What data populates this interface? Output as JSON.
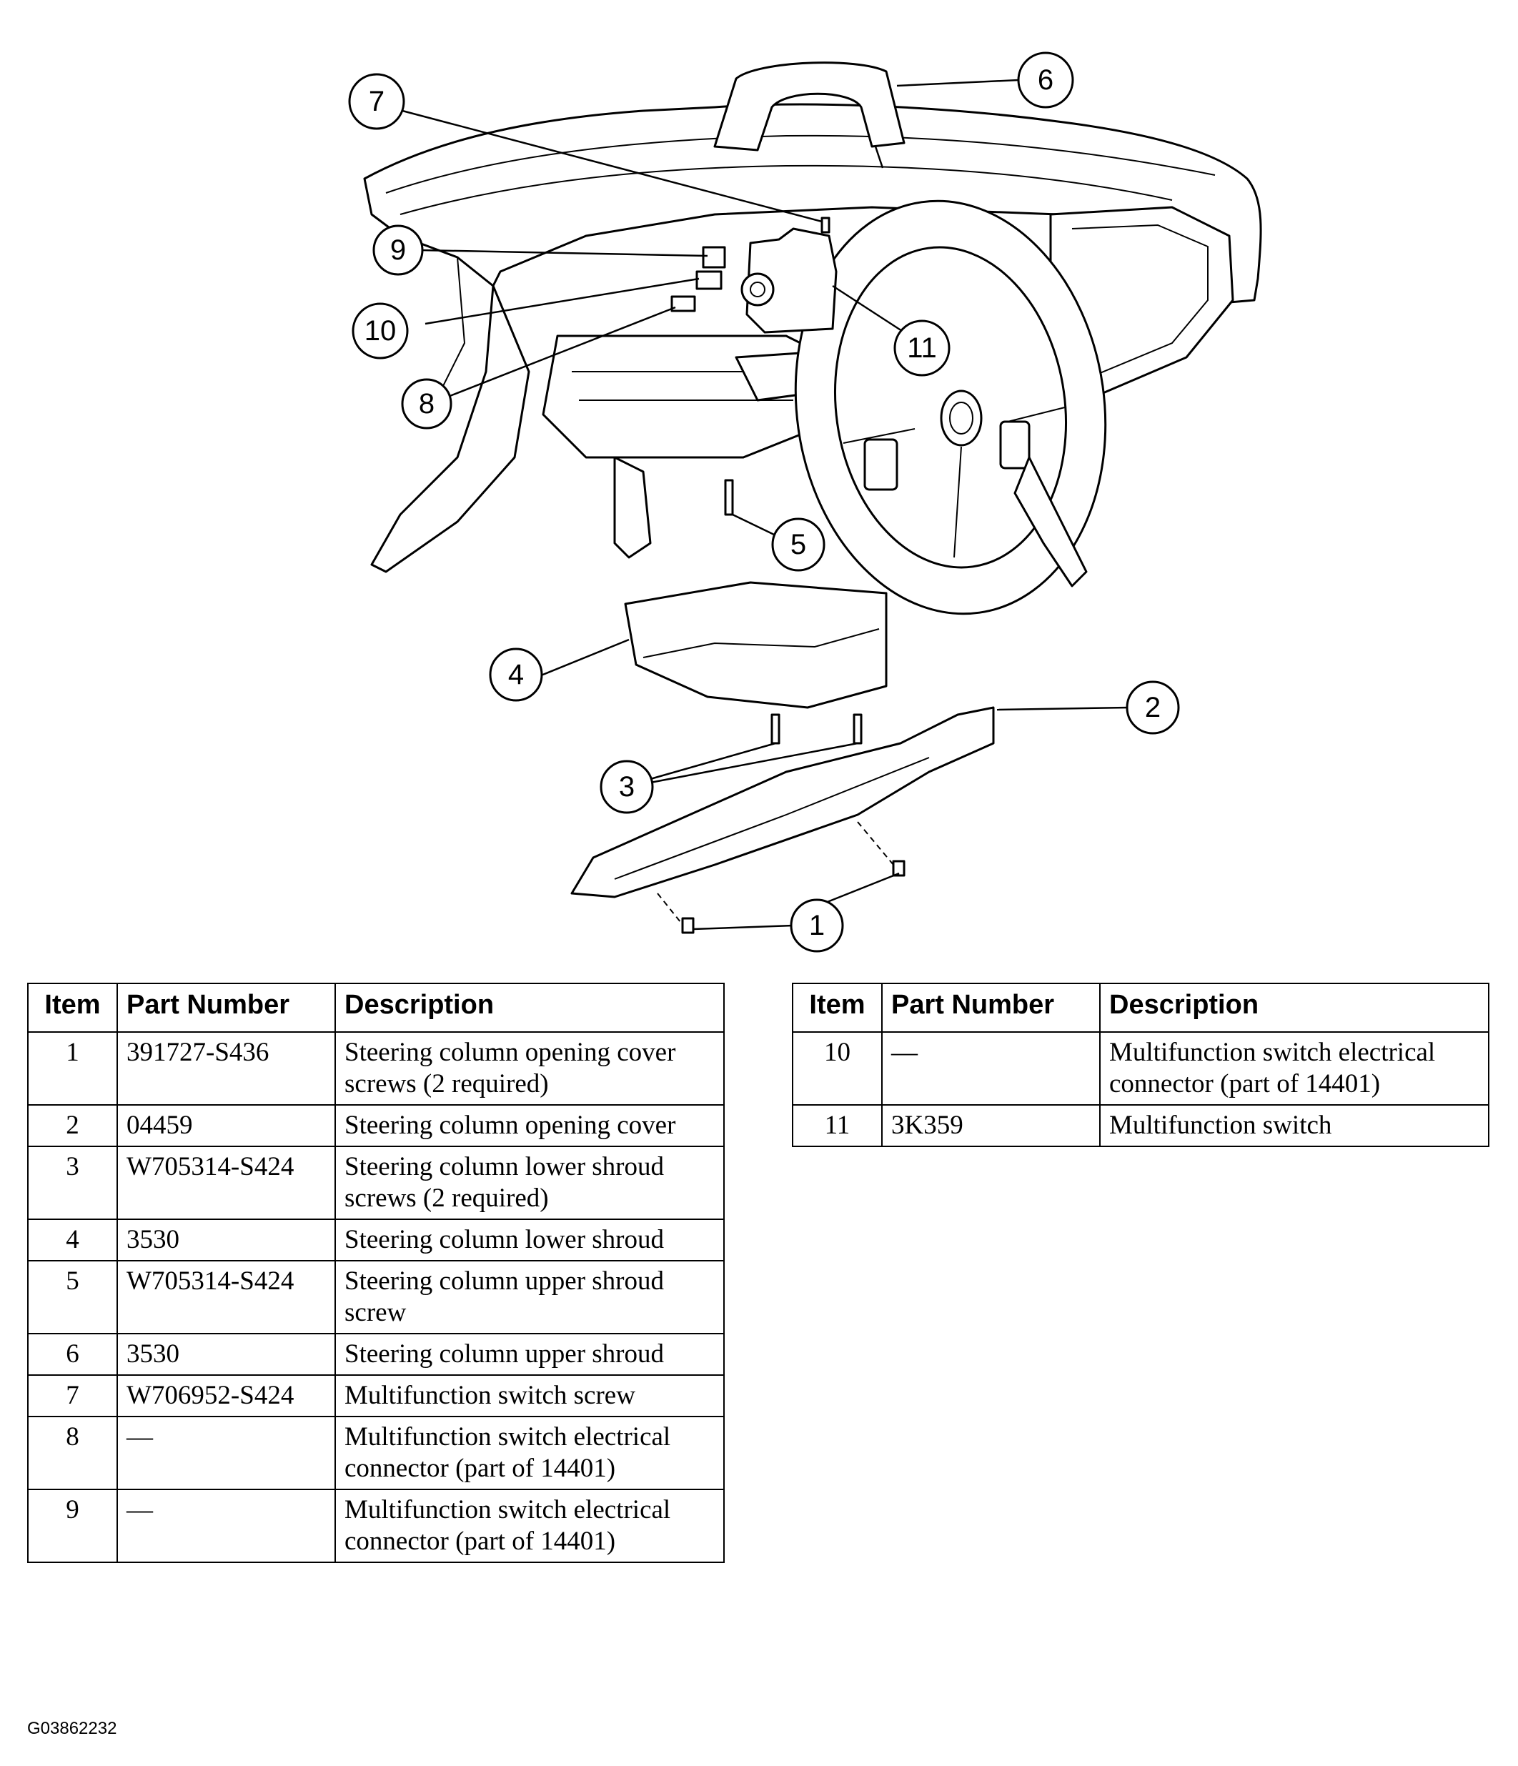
{
  "callouts": [
    "1",
    "2",
    "3",
    "4",
    "5",
    "6",
    "7",
    "8",
    "9",
    "10",
    "11"
  ],
  "table_headers": {
    "item": "Item",
    "part_number": "Part Number",
    "description": "Description"
  },
  "left_table": [
    {
      "item": "1",
      "part_number": "391727-S436",
      "description": "Steering column opening cover screws (2 required)"
    },
    {
      "item": "2",
      "part_number": "04459",
      "description": "Steering column opening cover"
    },
    {
      "item": "3",
      "part_number": "W705314-S424",
      "description": "Steering column lower shroud screws (2 required)"
    },
    {
      "item": "4",
      "part_number": "3530",
      "description": "Steering column lower shroud"
    },
    {
      "item": "5",
      "part_number": "W705314-S424",
      "description": "Steering column upper shroud screw"
    },
    {
      "item": "6",
      "part_number": "3530",
      "description": "Steering column upper shroud"
    },
    {
      "item": "7",
      "part_number": "W706952-S424",
      "description": "Multifunction switch screw"
    },
    {
      "item": "8",
      "part_number": "—",
      "description": "Multifunction switch electrical connector (part of 14401)"
    },
    {
      "item": "9",
      "part_number": "—",
      "description": "Multifunction switch electrical connector (part of 14401)"
    }
  ],
  "right_table": [
    {
      "item": "10",
      "part_number": "—",
      "description": "Multifunction switch electrical connector (part of 14401)"
    },
    {
      "item": "11",
      "part_number": "3K359",
      "description": "Multifunction switch"
    }
  ],
  "figure_id": "G03862232"
}
